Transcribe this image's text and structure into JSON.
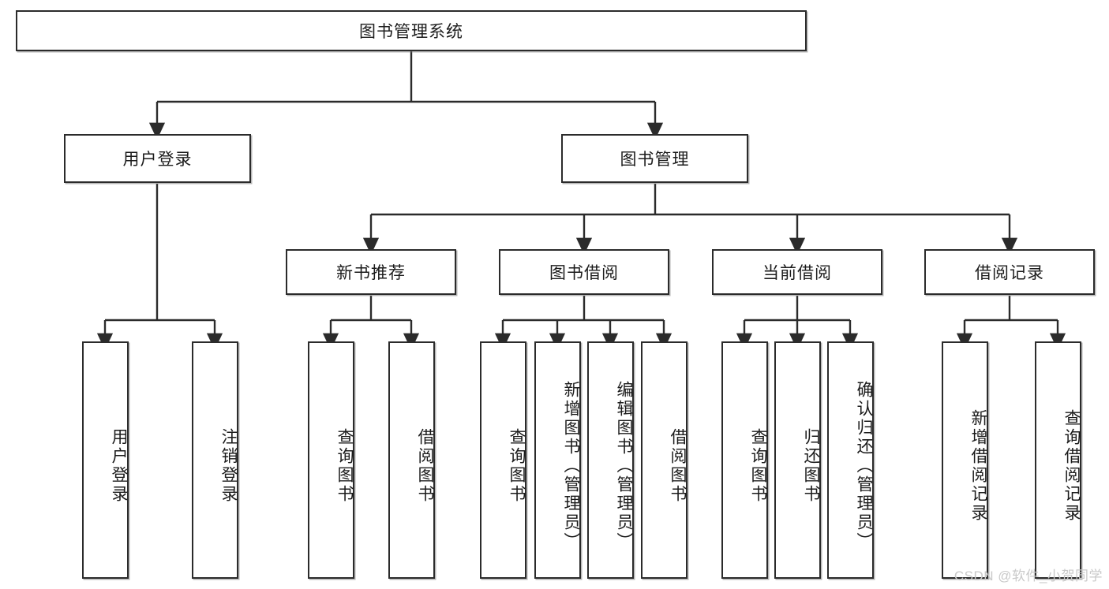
{
  "diagram": {
    "title": "图书管理系统",
    "watermark": "CSDN @软件_小贺同学",
    "colors": {
      "stroke": "#2b2b2b",
      "fill": "#ffffff",
      "text": "#1b1b1b",
      "watermark": "#c9c9c9"
    },
    "root": {
      "label": "图书管理系统"
    },
    "level1": [
      {
        "label": "用户登录"
      },
      {
        "label": "图书管理"
      }
    ],
    "level2": [
      {
        "label": "新书推荐"
      },
      {
        "label": "图书借阅"
      },
      {
        "label": "当前借阅"
      },
      {
        "label": "借阅记录"
      }
    ],
    "leaves": {
      "user_login": [
        {
          "label": "用户登录"
        },
        {
          "label": "注销登录"
        }
      ],
      "new_book": [
        {
          "label": "查询图书"
        },
        {
          "label": "借阅图书"
        }
      ],
      "book_borrow": [
        {
          "label": "查询图书"
        },
        {
          "label": "新增图书（管理员）"
        },
        {
          "label": "编辑图书（管理员）"
        },
        {
          "label": "借阅图书"
        }
      ],
      "current_borrow": [
        {
          "label": "查询图书"
        },
        {
          "label": "归还图书"
        },
        {
          "label": "确认归还（管理员）"
        }
      ],
      "borrow_record": [
        {
          "label": "新增借阅记录"
        },
        {
          "label": "查询借阅记录"
        }
      ]
    }
  }
}
